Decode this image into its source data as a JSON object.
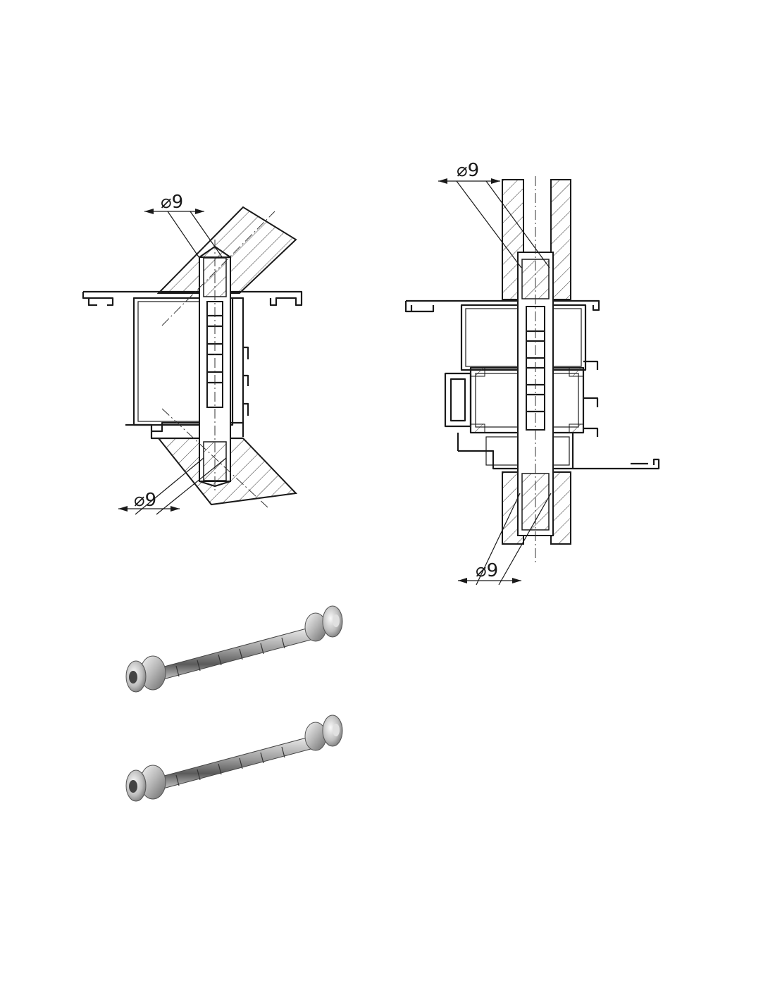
{
  "colors": {
    "line": "#1a1a1a",
    "steel_light": "#e8e8e8",
    "steel_dark": "#555555",
    "background": "#ffffff"
  },
  "figures": {
    "left": {
      "dim_top": "⌀9",
      "dim_bottom": "⌀9"
    },
    "right": {
      "dim_top": "⌀9",
      "dim_bottom": "⌀9"
    }
  },
  "photos": [
    {
      "name": "threaded-rod-with-nuts-1"
    },
    {
      "name": "threaded-rod-with-nuts-2"
    }
  ]
}
